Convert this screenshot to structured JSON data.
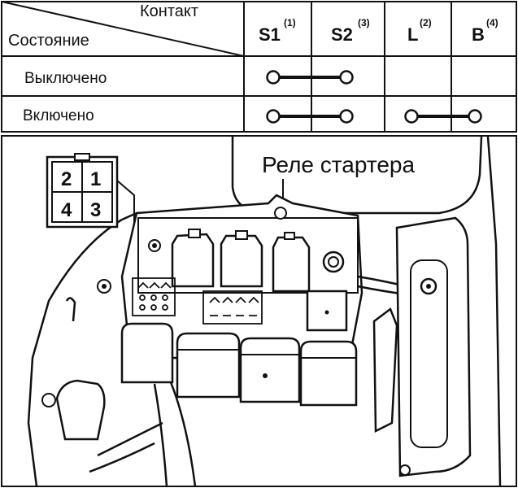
{
  "table": {
    "corner_top": "Контакт",
    "corner_bottom": "Состояние",
    "contacts": [
      {
        "label": "S1",
        "sup": "(1)"
      },
      {
        "label": "S2",
        "sup": "(3)"
      },
      {
        "label": "L",
        "sup": "(2)"
      },
      {
        "label": "B",
        "sup": "(4)"
      }
    ],
    "rows": [
      {
        "state": "Выключено",
        "connections": [
          [
            "S1",
            "S2"
          ]
        ]
      },
      {
        "state": "Включено",
        "connections": [
          [
            "S1",
            "S2"
          ],
          [
            "L",
            "B"
          ]
        ]
      }
    ]
  },
  "figure": {
    "callout": "Реле стартера",
    "connector_pins": [
      "2",
      "1",
      "4",
      "3"
    ]
  }
}
